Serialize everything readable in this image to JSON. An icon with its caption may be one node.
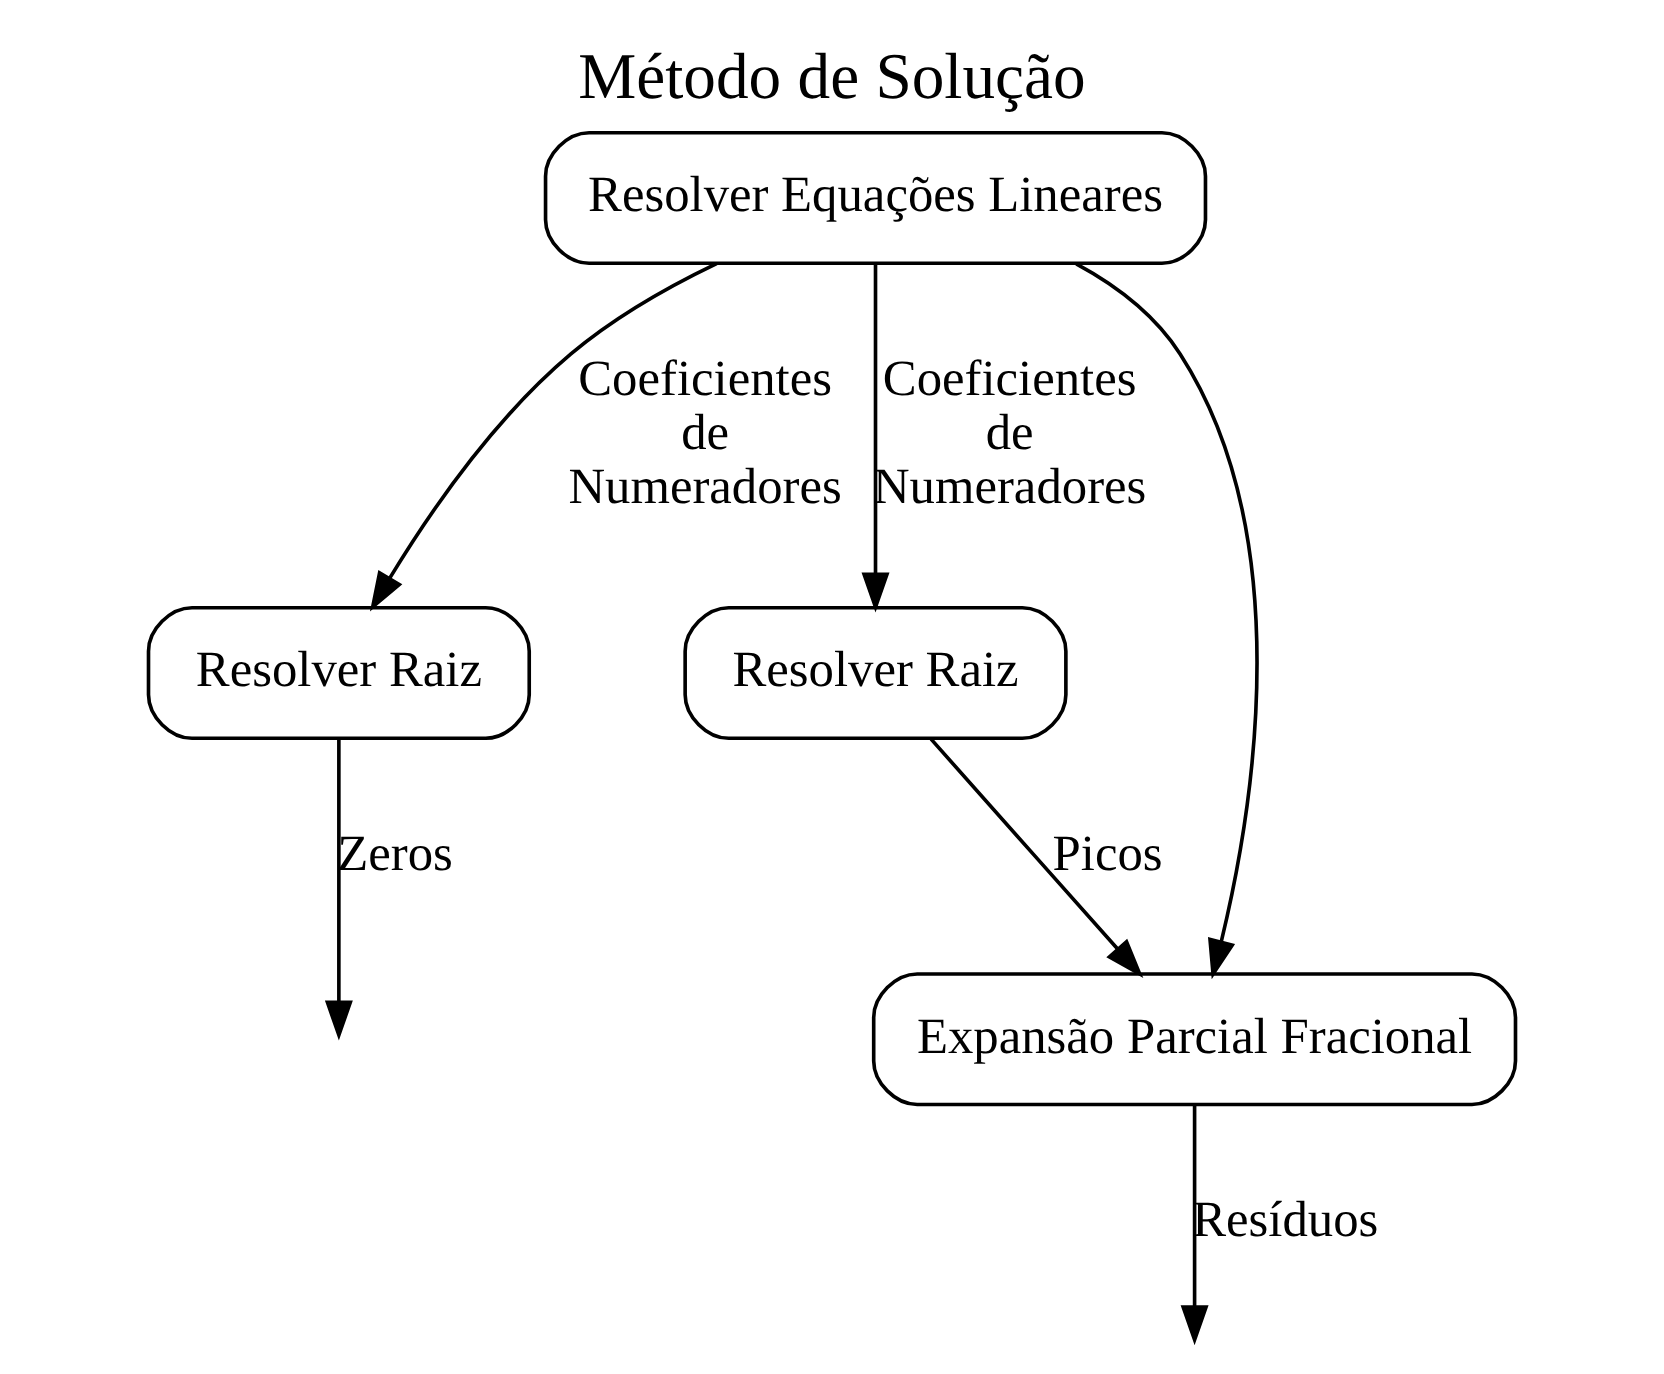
{
  "diagram": {
    "title": "Método de Solução",
    "nodes": [
      {
        "text": [
          "Resolver Equações Lineares"
        ]
      },
      {
        "text": [
          "Resolver Raiz"
        ]
      },
      {
        "text": [
          "Resolver Raiz"
        ]
      },
      {
        "text": [
          "Expansão Parcial Fracional"
        ]
      }
    ],
    "edges": [
      {
        "from": 0,
        "to": 1,
        "arrow": "to",
        "label": "Coeficientes de Numeradores"
      },
      {
        "from": 0,
        "to": 3,
        "arrow": "to"
      },
      {
        "from": 0,
        "to": 2,
        "arrow": "to",
        "label": "Coeficientes de Numeradores"
      },
      {
        "from": 1,
        "to": null,
        "arrow": "to",
        "label": "Zeros"
      },
      {
        "from": 2,
        "to": 3,
        "arrow": "to",
        "label": "Picos"
      },
      {
        "from": 3,
        "to": null,
        "arrow": "to",
        "label": "Resíduos"
      }
    ]
  }
}
